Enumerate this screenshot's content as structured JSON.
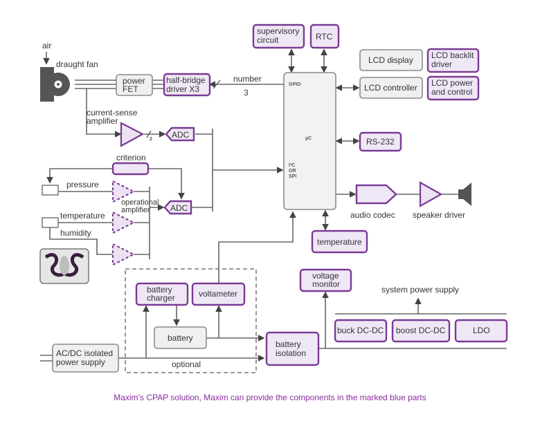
{
  "caption": "Maxim’s CPAP solution, Maxim can provide the components in the marked blue parts",
  "labels": {
    "air": "air",
    "draught_fan": "draught fan",
    "number": "number",
    "number_value": "3",
    "current_sense_l1": "current-sense",
    "current_sense_l2": "amplifier",
    "bus_width": "2",
    "criterion": "criterion",
    "pressure": "pressure",
    "temperature_sensor": "temperature",
    "humidity": "humidity",
    "opamp_l1": "operational",
    "opamp_l2": "amplifier",
    "audio_codec": "audio codec",
    "speaker_driver": "speaker driver",
    "system_power_supply": "system power supply",
    "optional": "optional"
  },
  "mcu": {
    "gpio": "GPIO",
    "core": "µC",
    "bus_l1": "I²C",
    "bus_l2": "OR",
    "bus_l3": "SPI"
  },
  "blocks": {
    "power_fet": [
      "power",
      "FET"
    ],
    "half_bridge": [
      "half-bridge",
      "driver X3"
    ],
    "adc1": "ADC",
    "adc2": "ADC",
    "supervisory": [
      "supervisory",
      "circuit"
    ],
    "rtc": "RTC",
    "lcd_display": "LCD display",
    "lcd_backlit": [
      "LCD backlit",
      "driver"
    ],
    "lcd_controller": "LCD controller",
    "lcd_power": [
      "LCD power",
      "and control"
    ],
    "rs232": "RS-232",
    "temperature": "temperature",
    "voltage_monitor": [
      "voltage",
      "monitor"
    ],
    "battery_charger": [
      "battery",
      "charger"
    ],
    "voltameter": "voltameter",
    "battery": "battery",
    "acdc": [
      "AC/DC isolated",
      "power supply"
    ],
    "battery_isolation": [
      "battery",
      "isolation"
    ],
    "buck": "buck DC-DC",
    "boost": "boost DC-DC",
    "ldo": "LDO"
  },
  "colors": {
    "maxim_part_border": "#7a3a94",
    "maxim_part_fill": "#efe7f5",
    "generic_part_border": "#8a8a8a",
    "generic_part_fill": "#f0f0f0",
    "caption": "#8a2a9e"
  }
}
